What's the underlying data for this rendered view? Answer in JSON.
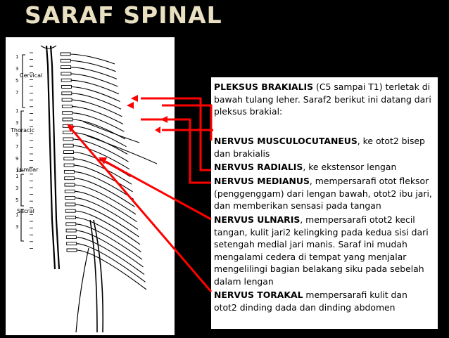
{
  "title": "SARAF SPINAL",
  "diagram": {
    "region_labels": [
      "Cervical",
      "Thoracic",
      "Lumbar",
      "Sacral"
    ],
    "cervical_numbers": [
      "1",
      "3",
      "5",
      "7"
    ],
    "thoracic_numbers": [
      "1",
      "3",
      "5",
      "7",
      "9",
      "11"
    ],
    "lumbar_numbers": [
      "1",
      "3",
      "5"
    ],
    "sacral_numbers": [
      "1",
      "3"
    ]
  },
  "paragraphs": [
    {
      "term": "PLEKSUS BRAKIALIS",
      "text": " (C5 sampai T1) terletak di bawah tulang leher. Saraf2 berikut ini datang dari pleksus brakial:"
    },
    {
      "term": "NERVUS MUSCULOCUTANEUS",
      "text": ", ke otot2 bisep dan brakialis"
    },
    {
      "term": "NERVUS RADIALIS",
      "text": ", ke ekstensor lengan"
    },
    {
      "term": "NERVUS MEDIANUS",
      "text": ", mempersarafi otot fleksor (penggenggam) dari lengan bawah, otot2 ibu jari, dan memberikan sensasi pada tangan"
    },
    {
      "term": "NERVUS ULNARIS",
      "text": ", mempersarafi otot2 kecil tangan, kulit jari2 kelingking pada kedua sisi dari setengah medial jari manis. Saraf ini mudah mengalami cedera di tempat yang menjalar mengelilingi bagian belakang siku pada sebelah dalam lengan"
    },
    {
      "term": "NERVUS TORAKAL",
      "text": " mempersarafi kulit dan otot2 dinding dada dan dinding abdomen"
    }
  ],
  "colors": {
    "background": "#000000",
    "title": "#e9e0c2",
    "arrow": "#ff0000",
    "panel": "#ffffff"
  }
}
